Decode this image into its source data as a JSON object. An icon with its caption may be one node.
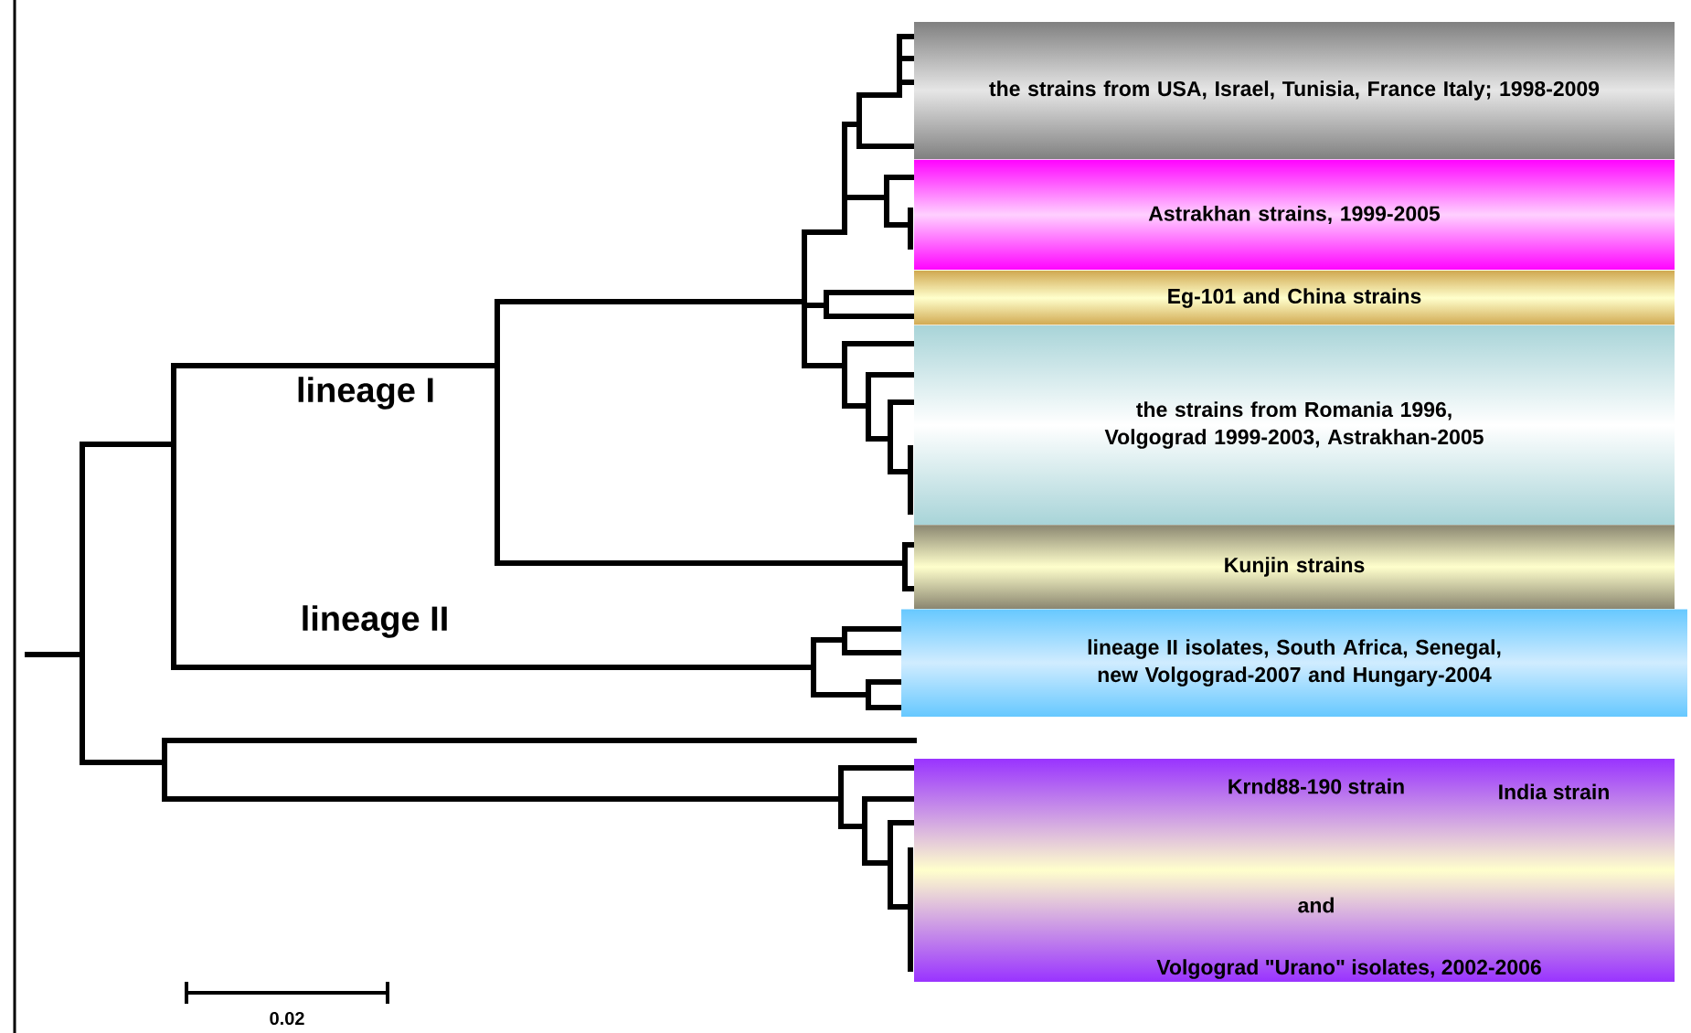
{
  "diagram": {
    "nodes": [
      {
        "text": [
          "the strains from USA, Israel, Tunisia, France Italy; 1998-2009"
        ]
      },
      {
        "text": [
          "Astrakhan strains, 1999-2005"
        ]
      },
      {
        "text": [
          "Eg-101 and China strains"
        ]
      },
      {
        "text": [
          "the strains from Romania 1996, Volgograd 1999-2003, Astrakhan-2005"
        ]
      },
      {
        "text": [
          "Kunjin strains"
        ]
      },
      {
        "text": [
          "lineage II isolates, South Africa, Senegal, new Volgograd-2007 and Hungary-2004"
        ]
      },
      {
        "text": [
          "Krnd88-190 strain",
          "and",
          "Volgograd \"Urano\" isolates, 2002-2006"
        ]
      }
    ],
    "labels": [
      "lineage I",
      "lineage II",
      "India strain",
      "0.02"
    ]
  }
}
